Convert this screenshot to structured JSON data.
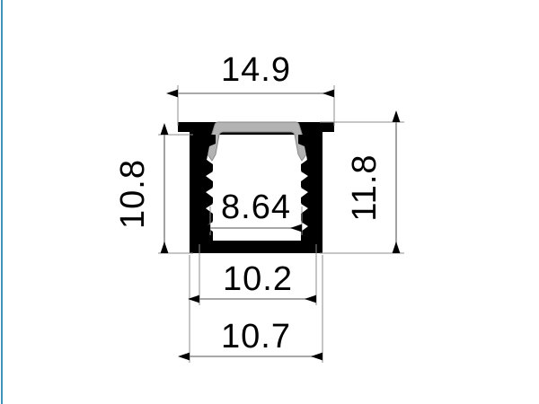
{
  "drawing": {
    "type": "technical-cross-section",
    "subject": "Recessed aluminum LED channel profile",
    "units": "mm",
    "background_color": "#ffffff",
    "line_color": "#000000",
    "dimension_line_color": "#808080",
    "body_fill_color": "#000000",
    "diffuser_fill_color": "#b3b3b3",
    "cavity_fill_color": "#ffffff",
    "accent_edge_color": "#3f93be"
  },
  "dimensions": {
    "overall_width_top": {
      "value": "14.9",
      "label": "14.9",
      "orientation": "horizontal",
      "position": "top",
      "measures": "overall flange-to-flange width"
    },
    "height_left": {
      "value": "10.8",
      "label": "10.8",
      "orientation": "vertical-rotated",
      "position": "left",
      "measures": "body height below flange"
    },
    "height_right": {
      "value": "11.8",
      "label": "11.8",
      "orientation": "vertical-rotated",
      "position": "right",
      "measures": "total overall height"
    },
    "inner_width": {
      "value": "8.64",
      "label": "8.64",
      "orientation": "horizontal",
      "position": "inside-cavity",
      "measures": "internal cavity width"
    },
    "body_width_inner": {
      "value": "10.2",
      "label": "10.2",
      "orientation": "horizontal",
      "position": "bottom-upper",
      "measures": "channel body width"
    },
    "body_width_outer": {
      "value": "10.7",
      "label": "10.7",
      "orientation": "horizontal",
      "position": "bottom-lower",
      "measures": "outer recess width"
    }
  },
  "dimension_list": [
    "14.9",
    "10.8",
    "11.8",
    "8.64",
    "10.2",
    "10.7"
  ]
}
